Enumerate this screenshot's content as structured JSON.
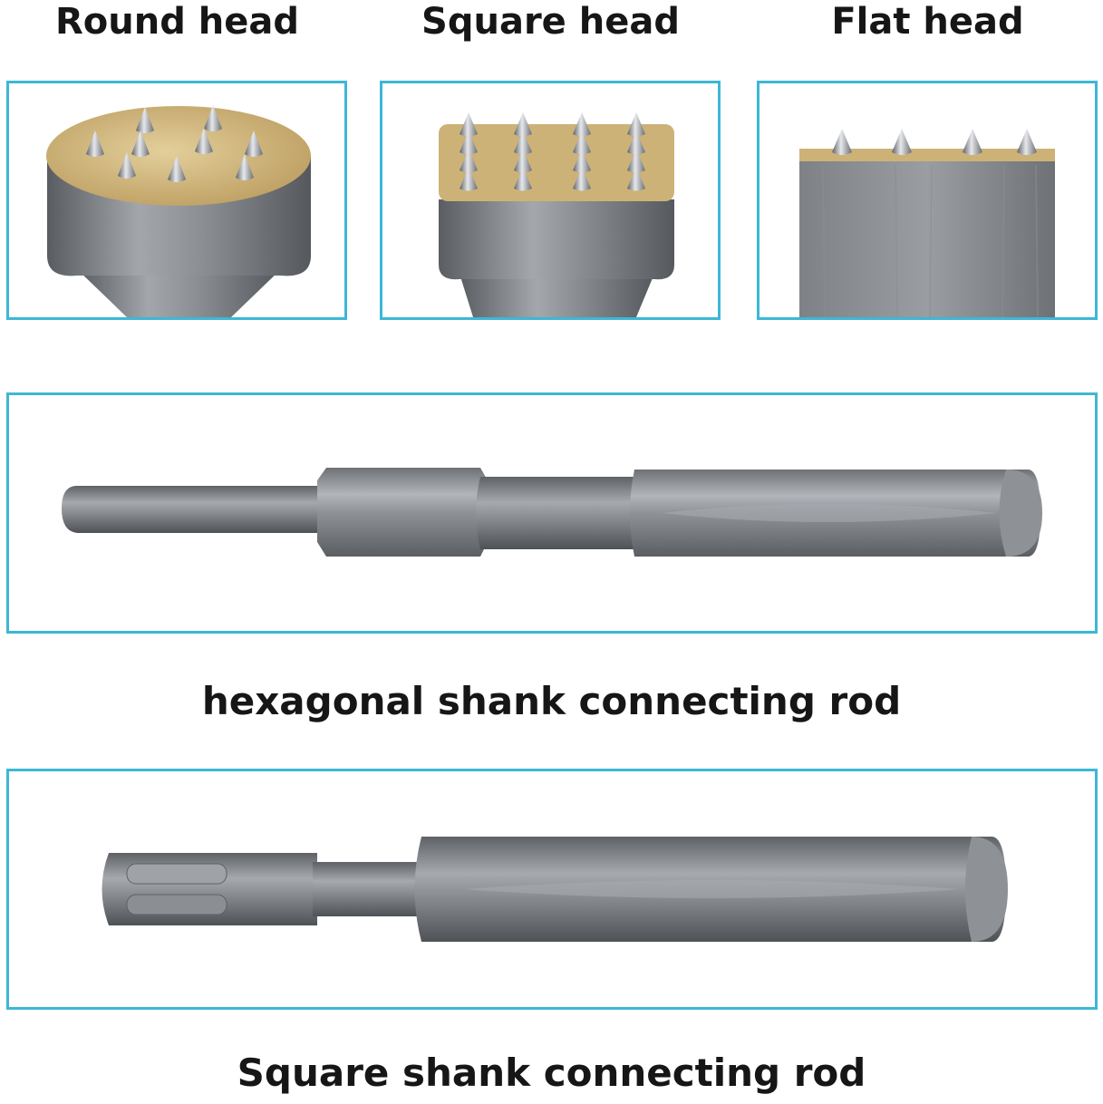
{
  "heads": {
    "round": {
      "label": "Round head",
      "icon": "round-bushing-head-icon"
    },
    "square": {
      "label": "Square head",
      "icon": "square-bushing-head-icon"
    },
    "flat": {
      "label": "Flat head",
      "icon": "flat-bushing-head-icon"
    }
  },
  "rods": {
    "hex": {
      "label": "hexagonal shank connecting rod",
      "icon": "hex-shank-rod-icon"
    },
    "square": {
      "label": "Square shank connecting rod",
      "icon": "square-shank-rod-icon"
    }
  },
  "colors": {
    "frame_border": "#3db7d6",
    "steel": "#7d8086",
    "carbide_face": "#cdb278",
    "text": "#161616"
  }
}
